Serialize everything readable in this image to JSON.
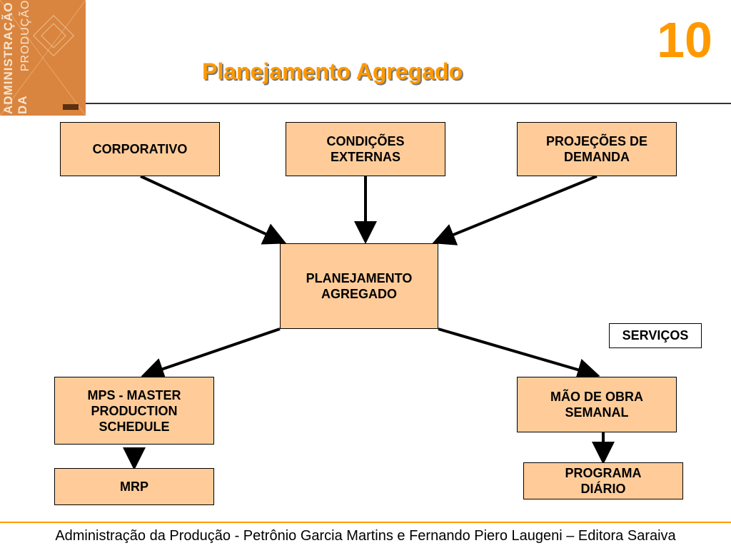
{
  "logo": {
    "text_line1": "ADMINISTRAÇÃO",
    "text_line2": "DA",
    "text_line3": "PRODUÇÃO"
  },
  "chapter_number": "10",
  "title": "Planejamento Agregado",
  "boxes": {
    "corporativo": "CORPORATIVO",
    "condicoes_line1": "CONDIÇÕES",
    "condicoes_line2": "EXTERNAS",
    "projecoes_line1": "PROJEÇÕES DE",
    "projecoes_line2": "DEMANDA",
    "planejamento_line1": "PLANEJAMENTO",
    "planejamento_line2": "AGREGADO",
    "servicos": "SERVIÇOS",
    "mps_line1": "MPS - MASTER",
    "mps_line2": "PRODUCTION",
    "mps_line3": "SCHEDULE",
    "mao_line1": "MÃO DE OBRA",
    "mao_line2": "SEMANAL",
    "mrp": "MRP",
    "programa_line1": "PROGRAMA",
    "programa_line2": "DIÁRIO"
  },
  "footer": "Administração da Produção - Petrônio Garcia Martins e Fernando Piero Laugeni – Editora Saraiva",
  "colors": {
    "accent": "#ff9900",
    "box_fill": "#ffcc99",
    "cover": "#d9853f"
  }
}
